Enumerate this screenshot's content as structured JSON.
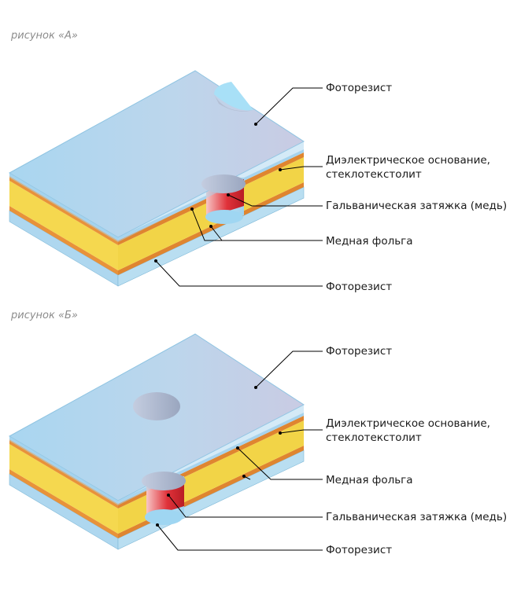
{
  "figures": [
    {
      "caption": "рисунок «А»",
      "labels": {
        "top_photoresist": "Фоторезист",
        "dielectric_line1": "Диэлектрическое основание,",
        "dielectric_line2": "стеклотекстолит",
        "plating": "Гальваническая затяжка (медь)",
        "copper_foil": "Медная фольга",
        "bottom_photoresist": "Фоторезист"
      }
    },
    {
      "caption": "рисунок «Б»",
      "labels": {
        "top_photoresist": "Фоторезист",
        "dielectric_line1": "Диэлектрическое основание,",
        "dielectric_line2": "стеклотекстолит",
        "copper_foil": "Медная фольга",
        "plating": "Гальваническая затяжка (медь)",
        "bottom_photoresist": "Фоторезист"
      }
    }
  ],
  "colors": {
    "photoresist": "#b3d9ef",
    "photoresist_edge": "#8fc4e2",
    "dielectric": "#f5d84f",
    "copper_foil": "#e8923a",
    "plating": "#e0323a",
    "hole_shadow": "#a9b3c9"
  }
}
